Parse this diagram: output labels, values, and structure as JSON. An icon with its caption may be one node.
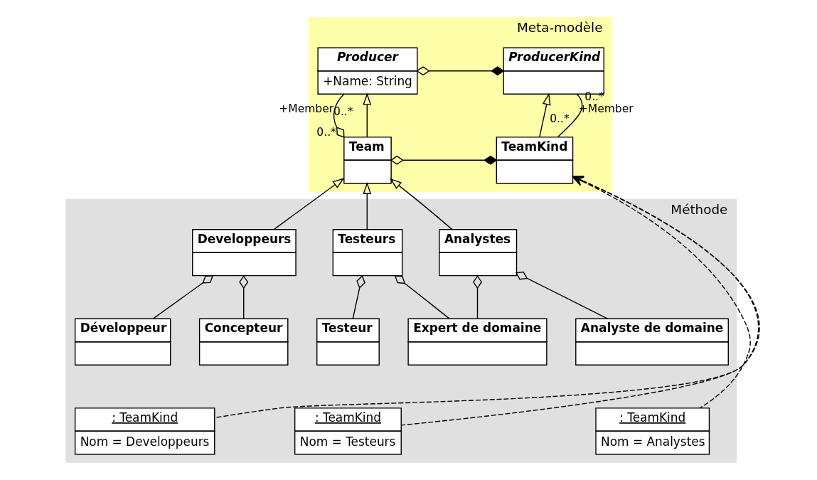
{
  "diagram": {
    "nodes": [
      {
        "text": [
          "Meta-modèle"
        ]
      },
      {
        "text": [
          "Producer",
          "+Name: String"
        ],
        "in": 0
      },
      {
        "text": [
          "ProducerKind"
        ],
        "in": 0
      },
      {
        "text": [
          "Team"
        ],
        "in": 0
      },
      {
        "text": [
          "TeamKind"
        ],
        "in": 0
      },
      {
        "text": [
          "Méthode"
        ]
      },
      {
        "text": [
          "Analystes"
        ],
        "in": 5
      },
      {
        "text": [
          "Testeurs"
        ],
        "in": 5
      },
      {
        "text": [
          "Developpeurs"
        ],
        "in": 5
      },
      {
        "text": [
          "Analyste de domaine"
        ],
        "in": 5
      },
      {
        "text": [
          "Expert de domaine"
        ],
        "in": 5
      },
      {
        "text": [
          "Testeur"
        ],
        "in": 5
      },
      {
        "text": [
          "Concepteur"
        ],
        "in": 5
      },
      {
        "text": [
          "Développeur"
        ],
        "in": 5
      },
      {
        "text": [
          ": TeamKind",
          "Nom = Analystes"
        ],
        "in": 5
      },
      {
        "text": [
          ": TeamKind",
          "Nom = Testeurs"
        ],
        "in": 5
      },
      {
        "text": [
          ": TeamKind",
          "Nom = Developpeurs"
        ],
        "in": 5
      }
    ],
    "edges": [
      {
        "from": 1,
        "to": 2,
        "arrow": "other"
      },
      {
        "from": 1,
        "to": 3,
        "arrow": "other",
        "label": "+Member"
      },
      {
        "from": 3,
        "to": 1,
        "arrow": "to"
      },
      {
        "from": 4,
        "to": 2,
        "arrow": "to"
      },
      {
        "from": 2,
        "to": 4,
        "arrow": "none",
        "label": "+Member"
      },
      {
        "from": 3,
        "to": 4,
        "arrow": "other"
      },
      {
        "from": 6,
        "to": 3,
        "arrow": "to"
      },
      {
        "from": 7,
        "to": 3,
        "arrow": "to"
      },
      {
        "from": 8,
        "to": 3,
        "arrow": "to"
      },
      {
        "from": 6,
        "to": 9,
        "arrow": "other"
      },
      {
        "from": 6,
        "to": 10,
        "arrow": "other"
      },
      {
        "from": 7,
        "to": 10,
        "arrow": "other"
      },
      {
        "from": 7,
        "to": 11,
        "arrow": "other"
      },
      {
        "from": 8,
        "to": 12,
        "arrow": "other"
      },
      {
        "from": 8,
        "to": 13,
        "arrow": "other"
      },
      {
        "from": 14,
        "to": 4,
        "arrow": "to",
        "style": "dashed"
      },
      {
        "from": 15,
        "to": 4,
        "arrow": "to",
        "style": "dashed"
      },
      {
        "from": 16,
        "to": 4,
        "arrow": "to",
        "style": "dashed"
      }
    ],
    "labels": [
      "0..*",
      "0..*",
      "0..*",
      "0..*"
    ]
  }
}
